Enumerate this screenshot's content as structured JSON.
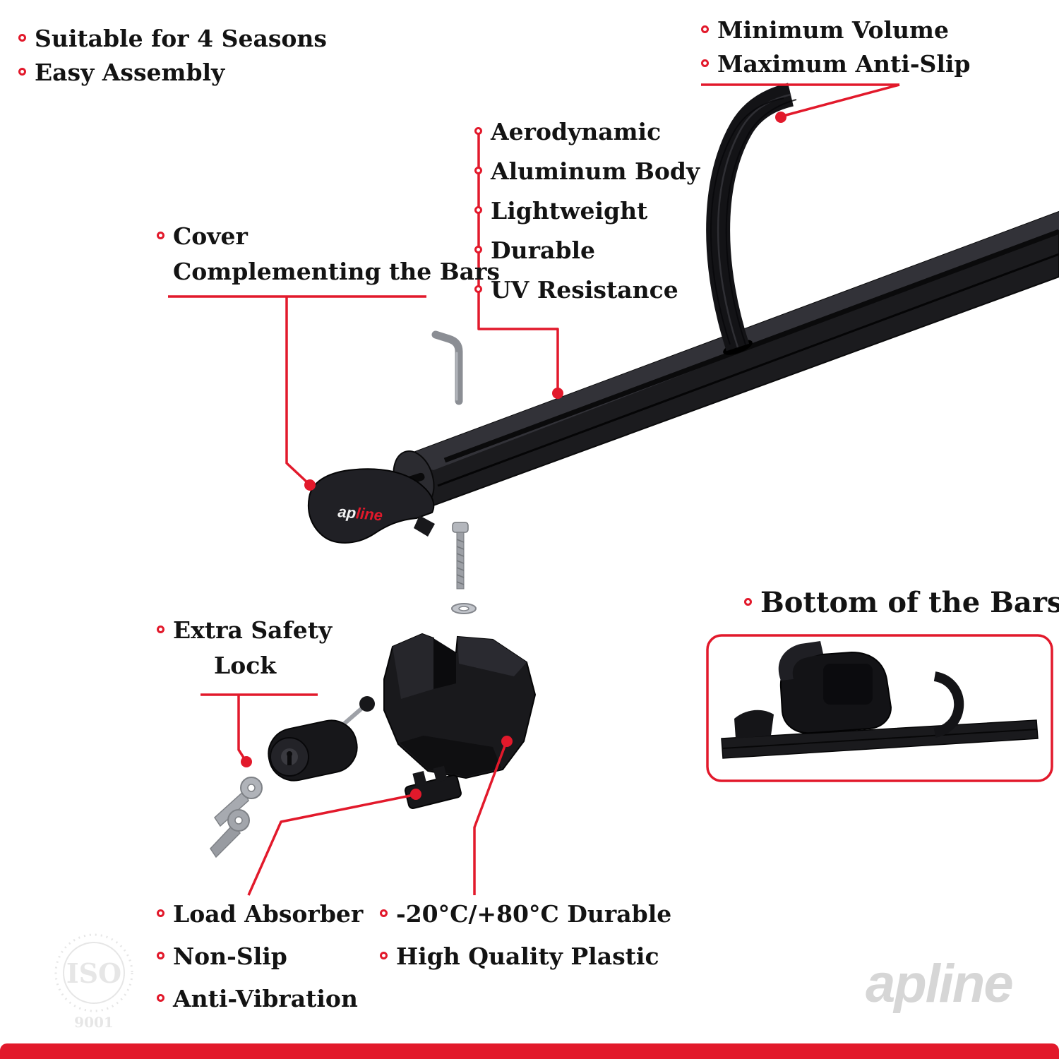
{
  "meta": {
    "title": "Roof rack crossbar features infographic"
  },
  "colors": {
    "accent": "#e2192b",
    "ink": "#131313",
    "product_black": "#1a1a1d",
    "watermark_gray": "#d6d6d6"
  },
  "top_left": {
    "items": [
      "Suitable for 4 Seasons",
      "Easy Assembly"
    ]
  },
  "top_right": {
    "items": [
      "Minimum Volume",
      "Maximum Anti-Slip"
    ]
  },
  "bar_callout": {
    "items": [
      "Aerodynamic",
      "Aluminum Body",
      "Lightweight",
      "Durable",
      "UV Resistance"
    ]
  },
  "cover_callout": {
    "line1": "Cover",
    "line2": "Complementing the Bars"
  },
  "lock_callout": {
    "line1": "Extra Safety",
    "line2": "Lock"
  },
  "bottom_view": {
    "title": "Bottom of the Bars"
  },
  "foot_callout_left": {
    "items": [
      "Load Absorber",
      "Non-Slip",
      "Anti-Vibration"
    ]
  },
  "foot_callout_right": {
    "items": [
      "-20°C/+80°C Durable",
      "High Quality Plastic"
    ]
  },
  "brand": {
    "logo_ap": "ap",
    "logo_line": "line",
    "watermark_text": "apline"
  },
  "iso_badge": {
    "line1": "ISO",
    "line2": "9001"
  }
}
